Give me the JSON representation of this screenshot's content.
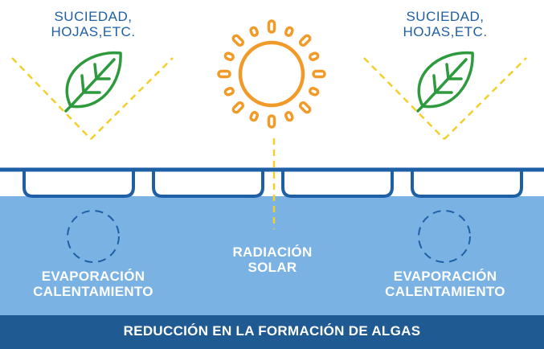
{
  "labels": {
    "top_left": [
      "SUCIEDAD,",
      "HOJAS,ETC."
    ],
    "top_right": [
      "SUCIEDAD,",
      "HOJAS,ETC."
    ],
    "center": [
      "RADIACIÓN",
      "SOLAR"
    ],
    "water_left": [
      "EVAPORACIÓN",
      "CALENTAMIENTO"
    ],
    "water_right": [
      "EVAPORACIÓN",
      "CALENTAMIENTO"
    ]
  },
  "banner": "REDUCCIÓN EN LA FORMACIÓN DE ALGAS",
  "colors": {
    "blue": "#1f5fa6",
    "water": "#79b2e3",
    "banner": "#1f5a92",
    "green": "#2e9a3e",
    "yellow": "#f3cf2a",
    "orange": "#f29a27"
  },
  "icons": [
    "leaf-icon",
    "sun-icon",
    "circle-dashed-icon"
  ]
}
